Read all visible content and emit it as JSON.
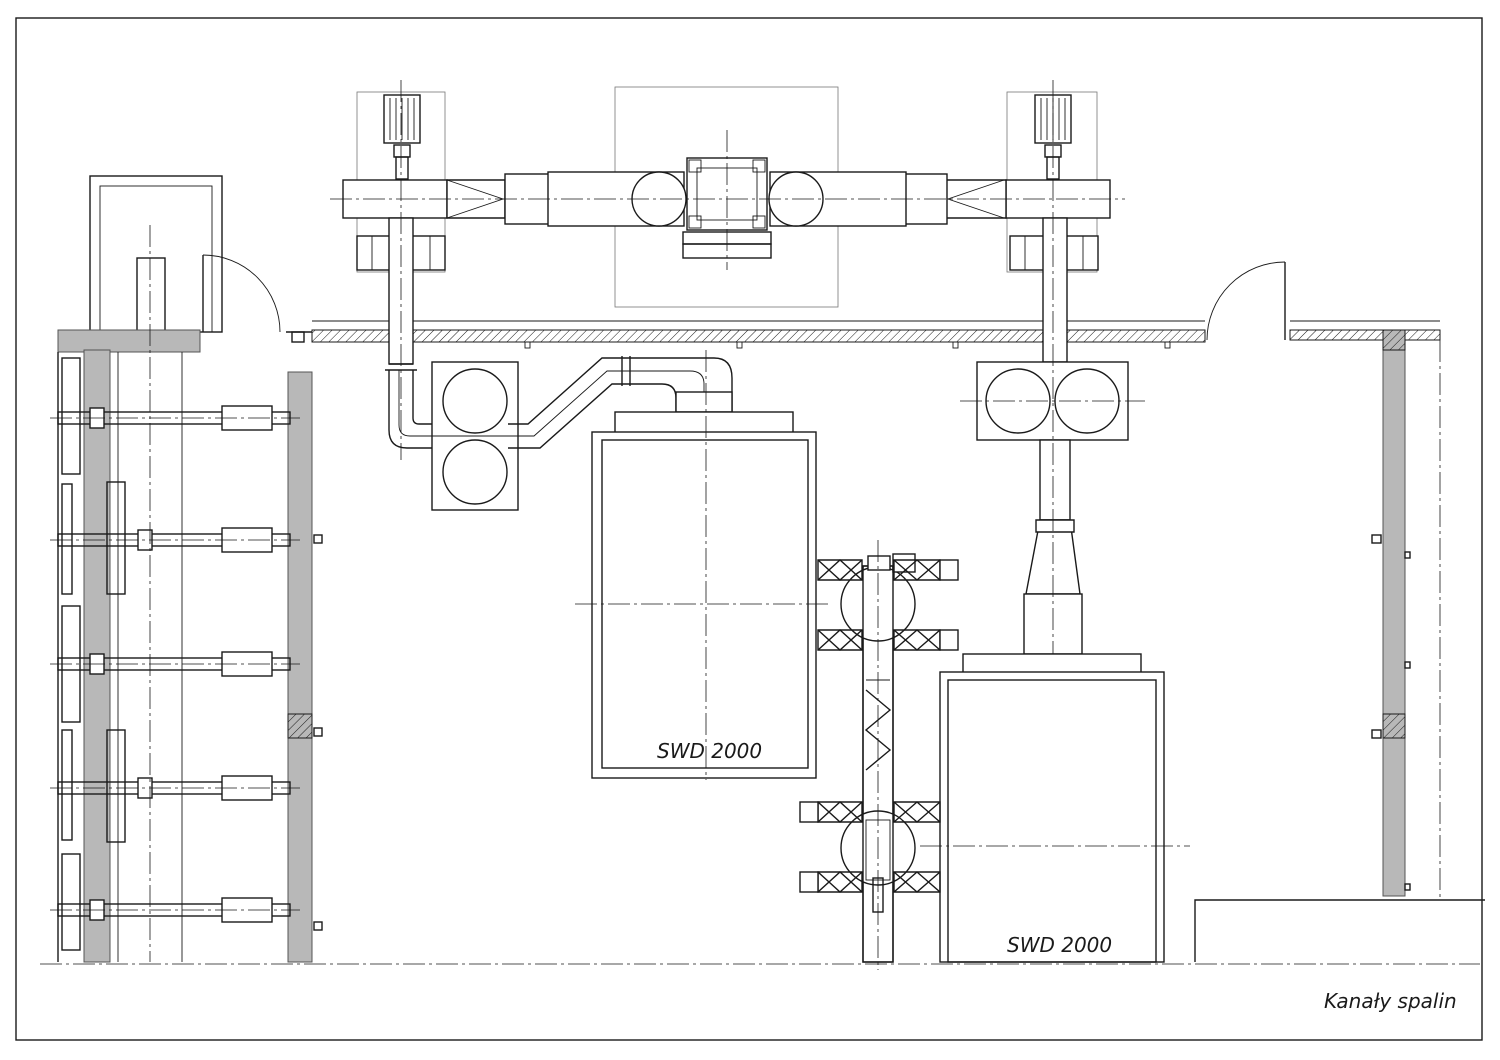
{
  "labels": {
    "unit_left": "SWD 2000",
    "unit_right": "SWD 2000",
    "drawing_title": "Kanały spalin"
  }
}
